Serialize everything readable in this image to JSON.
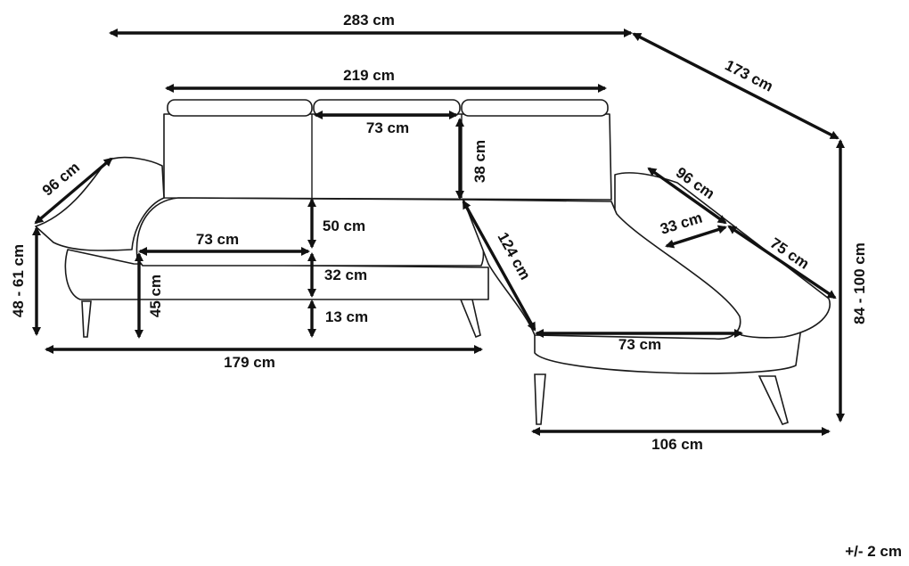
{
  "dimensions": {
    "total_width": "283 cm",
    "chaise_depth_total": "173 cm",
    "backrest_width": "219 cm",
    "headrest_width": "73 cm",
    "headrest_height": "38 cm",
    "left_arm_length": "96 cm",
    "seat_back_height": "50 cm",
    "seat_width": "73 cm",
    "seat_cushion_height": "32 cm",
    "seat_height": "45 cm",
    "leg_height": "13 cm",
    "arm_height_range": "48 - 61 cm",
    "sofa_length": "179 cm",
    "chaise_length": "124 cm",
    "right_arm_length": "96 cm",
    "right_arm_width": "33 cm",
    "right_arm_rest": "75 cm",
    "chaise_seat_width": "73 cm",
    "chaise_width": "106 cm",
    "total_height_range": "84 - 100 cm"
  },
  "tolerance": "+/- 2 cm"
}
